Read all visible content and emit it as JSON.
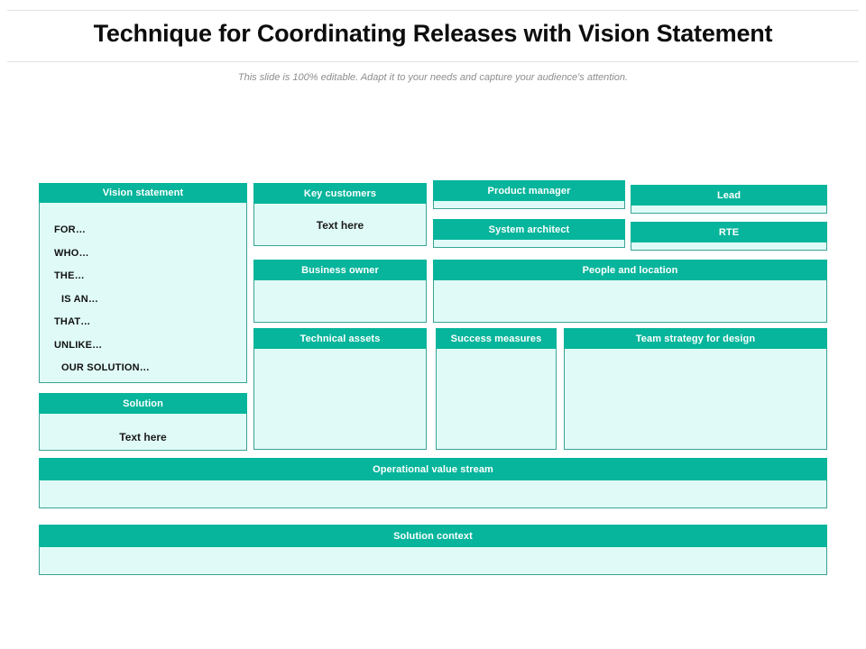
{
  "slide": {
    "title": "Technique for Coordinating Releases with Vision Statement",
    "subtitle": "This slide is 100% editable. Adapt it to your needs and capture your audience's attention.",
    "accent_color": "#06b59b",
    "panel_fill_color": "#e0fbf7",
    "panel_border_color": "#3aa394",
    "title_color": "#0d0d0d",
    "subtitle_color": "#8e8e8e"
  },
  "panels": {
    "vision_statement": {
      "header": "Vision statement",
      "items": [
        "FOR…",
        "WHO…",
        "THE…",
        "IS AN…",
        "THAT…",
        "UNLIKE…",
        "OUR SOLUTION…"
      ]
    },
    "solution": {
      "header": "Solution",
      "body": "Text here"
    },
    "key_customers": {
      "header": "Key customers",
      "body": "Text here"
    },
    "business_owner": {
      "header": "Business owner",
      "body": ""
    },
    "technical_assets": {
      "header": "Technical assets",
      "body": ""
    },
    "product_manager": {
      "header": "Product manager",
      "body": ""
    },
    "lead": {
      "header": "Lead",
      "body": ""
    },
    "system_architect": {
      "header": "System architect",
      "body": ""
    },
    "rte": {
      "header": "RTE",
      "body": ""
    },
    "people_and_location": {
      "header": "People and location",
      "body": ""
    },
    "success_measures": {
      "header": "Success measures",
      "body": ""
    },
    "team_strategy_for_design": {
      "header": "Team strategy for design",
      "body": ""
    },
    "operational_value_stream": {
      "header": "Operational value stream",
      "body": ""
    },
    "solution_context": {
      "header": "Solution context",
      "body": ""
    }
  }
}
